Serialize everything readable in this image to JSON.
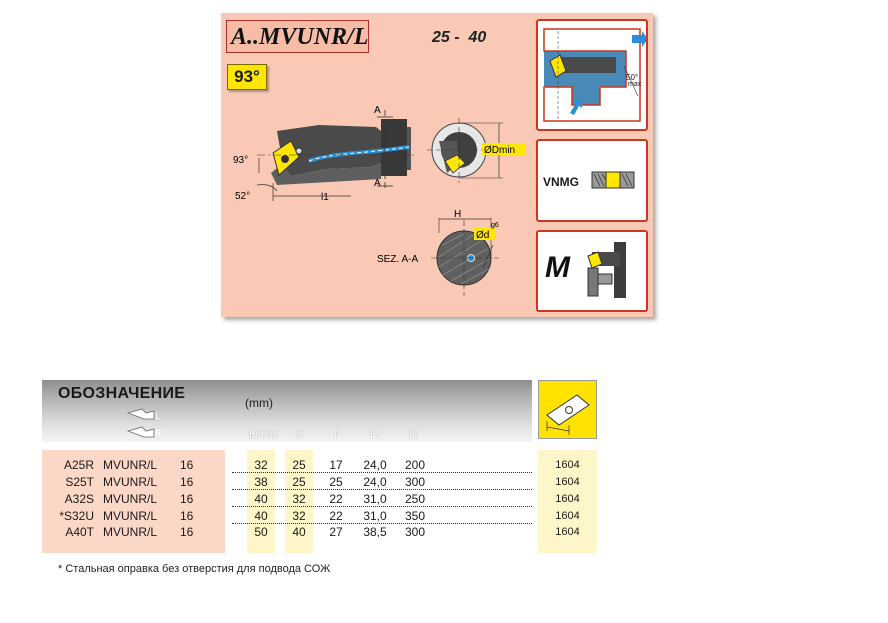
{
  "header": {
    "title": "A..MVUNR/L",
    "range": "25 -  40",
    "angle": "93°",
    "insert_code": "VNMG",
    "material_class": "M",
    "section_label": "SEZ. A-A",
    "drawing": {
      "angle_93": "93°",
      "angle_52": "52°",
      "length": "l1",
      "section_mark": "A",
      "dmin": "ØDmin",
      "shank_d": "Ød",
      "tol": "g6",
      "height": "H",
      "lead_angle": "50°",
      "lead_angle_note": "max"
    }
  },
  "table": {
    "designation_header": "ОБОЗНАЧЕНИЕ",
    "units": "(mm)",
    "columns": [
      "Dmin",
      "d",
      "f",
      "H",
      "l1"
    ],
    "hand_labels": [
      "L",
      "R"
    ],
    "rows": [
      {
        "code": "A25R",
        "model": "MVUNR/L",
        "size": "16",
        "dmin": "32",
        "d": "25",
        "f": "17",
        "H": "24,0",
        "l1": "200",
        "insert": "1604"
      },
      {
        "code": "S25T",
        "model": "MVUNR/L",
        "size": "16",
        "dmin": "38",
        "d": "25",
        "f": "25",
        "H": "24,0",
        "l1": "300",
        "insert": "1604"
      },
      {
        "code": "A32S",
        "model": "MVUNR/L",
        "size": "16",
        "dmin": "40",
        "d": "32",
        "f": "22",
        "H": "31,0",
        "l1": "250",
        "insert": "1604"
      },
      {
        "code": "*S32U",
        "model": "MVUNR/L",
        "size": "16",
        "dmin": "40",
        "d": "32",
        "f": "22",
        "H": "31,0",
        "l1": "350",
        "insert": "1604"
      },
      {
        "code": "A40T",
        "model": "MVUNR/L",
        "size": "16",
        "dmin": "50",
        "d": "40",
        "f": "27",
        "H": "38,5",
        "l1": "300",
        "insert": "1604"
      }
    ]
  },
  "footnote": "* Стальная оправка без отверстия для подвода СОЖ",
  "colors": {
    "panel": "#f9c9b6",
    "badge": "#ffe600",
    "accent_red": "#c8371f",
    "coolant_blue": "#2b8fd6"
  }
}
